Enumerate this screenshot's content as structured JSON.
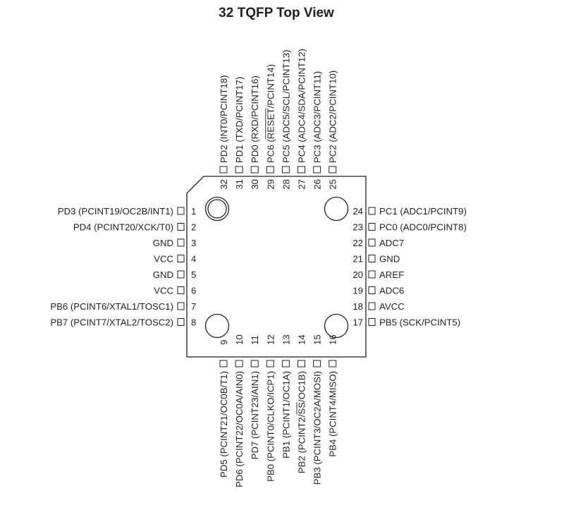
{
  "title": "32 TQFP Top View",
  "package": "32 TQFP",
  "pins": [
    {
      "number": "1",
      "name": "PD3",
      "functions": "(PCINT19/OC2B/INT1)"
    },
    {
      "number": "2",
      "name": "PD4",
      "functions": "(PCINT20/XCK/T0)"
    },
    {
      "number": "3",
      "name": "GND",
      "functions": ""
    },
    {
      "number": "4",
      "name": "VCC",
      "functions": ""
    },
    {
      "number": "5",
      "name": "GND",
      "functions": ""
    },
    {
      "number": "6",
      "name": "VCC",
      "functions": ""
    },
    {
      "number": "7",
      "name": "PB6",
      "functions": "(PCINT6/XTAL1/TOSC1)"
    },
    {
      "number": "8",
      "name": "PB7",
      "functions": "(PCINT7/XTAL2/TOSC2)"
    },
    {
      "number": "9",
      "name": "PD5",
      "functions": "(PCINT21/OC0B/T1)"
    },
    {
      "number": "10",
      "name": "PD6",
      "functions": "(PCINT22/OC0A/AIN0)"
    },
    {
      "number": "11",
      "name": "PD7",
      "functions": "(PCINT23/AIN1)"
    },
    {
      "number": "12",
      "name": "PB0",
      "functions": "(PCINT0/CLKO/ICP1)"
    },
    {
      "number": "13",
      "name": "PB1",
      "functions": "(PCINT1/OC1A)"
    },
    {
      "number": "14",
      "name": "PB2",
      "functions": "(PCINT2/SS/OC1B)"
    },
    {
      "number": "15",
      "name": "PB3",
      "functions": "(PCINT3/OC2A/MOSI)"
    },
    {
      "number": "16",
      "name": "PB4",
      "functions": "(PCINT4/MISO)"
    },
    {
      "number": "17",
      "name": "PB5",
      "functions": "(SCK/PCINT5)"
    },
    {
      "number": "18",
      "name": "AVCC",
      "functions": ""
    },
    {
      "number": "19",
      "name": "ADC6",
      "functions": ""
    },
    {
      "number": "20",
      "name": "AREF",
      "functions": ""
    },
    {
      "number": "21",
      "name": "GND",
      "functions": ""
    },
    {
      "number": "22",
      "name": "ADC7",
      "functions": ""
    },
    {
      "number": "23",
      "name": "PC0",
      "functions": "(ADC0/PCINT8)"
    },
    {
      "number": "24",
      "name": "PC1",
      "functions": "(ADC1/PCINT9)"
    },
    {
      "number": "25",
      "name": "PC2",
      "functions": "(ADC2/PCINT10)"
    },
    {
      "number": "26",
      "name": "PC3",
      "functions": "(ADC3/PCINT11)"
    },
    {
      "number": "27",
      "name": "PC4",
      "functions": "(ADC4/SDA/PCINT12)"
    },
    {
      "number": "28",
      "name": "PC5",
      "functions": "(ADC5/SCL/PCINT13)"
    },
    {
      "number": "29",
      "name": "PC6",
      "functions": "(RESET/PCINT14)",
      "overline": "RESET"
    },
    {
      "number": "30",
      "name": "PD0",
      "functions": "(RXD/PCINT16)"
    },
    {
      "number": "31",
      "name": "PD1",
      "functions": "(TXD/PCINT17)"
    },
    {
      "number": "32",
      "name": "PD2",
      "functions": "(INT0/PCINT18)"
    }
  ],
  "colors": {
    "ink": "#231f20",
    "background": "#ffffff"
  }
}
